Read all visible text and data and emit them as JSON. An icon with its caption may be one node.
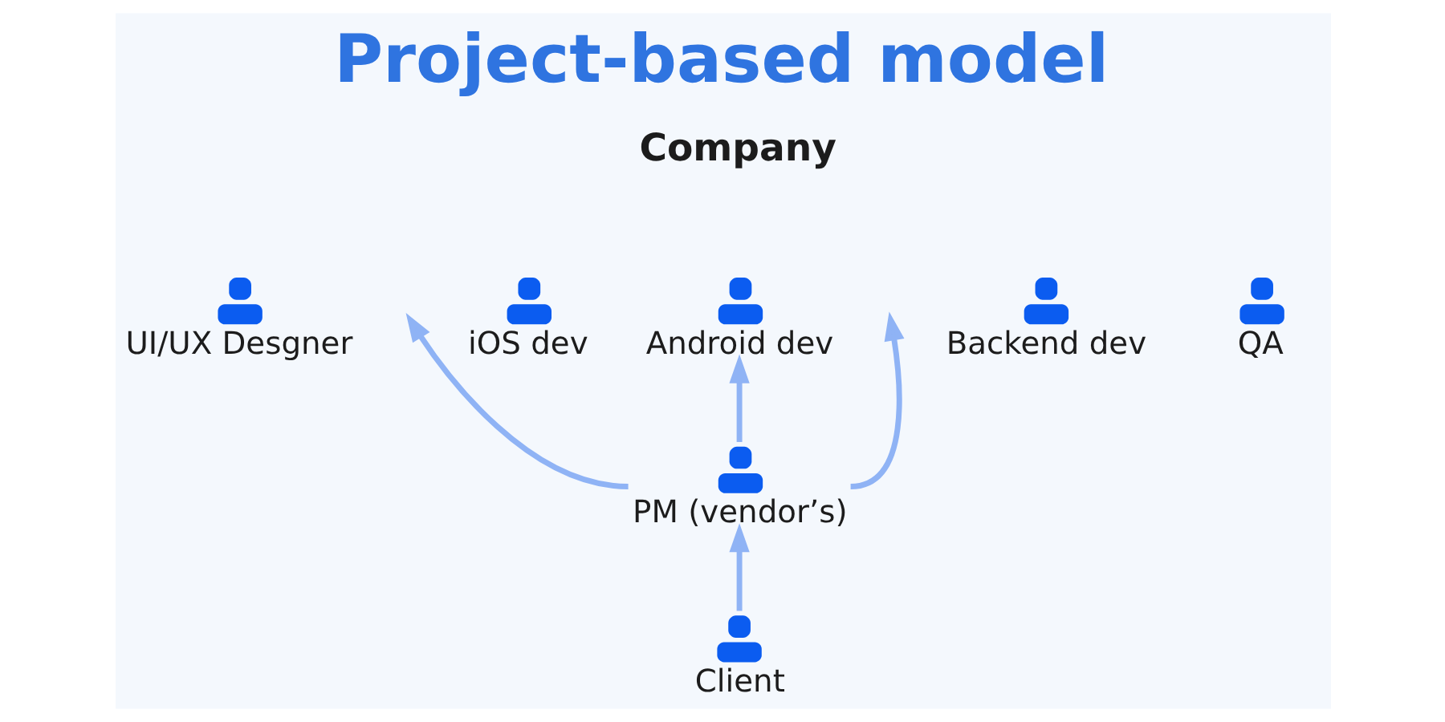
{
  "diagram": {
    "title": "Project-based model",
    "nodes": [
      {
        "text": [
          "UI/UX Desgner"
        ]
      },
      {
        "text": [
          "iOS dev"
        ]
      },
      {
        "text": [
          "Android dev"
        ]
      },
      {
        "text": [
          "Backend dev"
        ]
      },
      {
        "text": [
          "QA"
        ]
      },
      {
        "text": [
          "PM (vendor’s)"
        ]
      },
      {
        "text": [
          "Client"
        ]
      }
    ],
    "edges": [
      {
        "from": 6,
        "to": 5,
        "arrow": "to"
      },
      {
        "from": 5,
        "to": 2,
        "arrow": "to"
      },
      {
        "from": 5,
        "to": null,
        "arrow": "to"
      },
      {
        "from": 5,
        "to": null,
        "arrow": "to"
      }
    ],
    "labels": [
      "Company"
    ]
  }
}
